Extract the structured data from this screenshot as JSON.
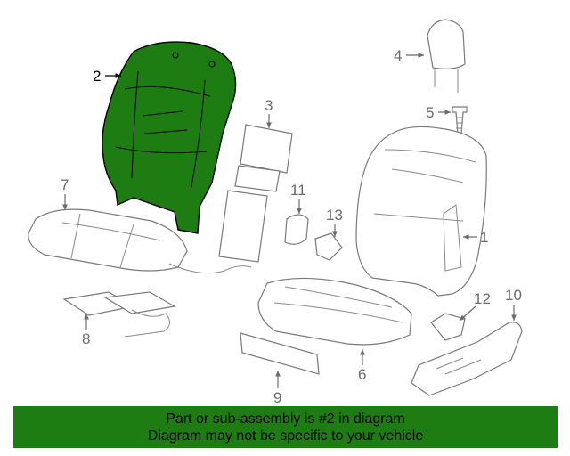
{
  "callouts": {
    "c1": "1",
    "c2": "2",
    "c3": "3",
    "c4": "4",
    "c5": "5",
    "c6": "6",
    "c7": "7",
    "c8": "8",
    "c9": "9",
    "c10": "10",
    "c11": "11",
    "c12": "12",
    "c13": "13"
  },
  "highlight": {
    "part": "2",
    "color": "#1e7d12"
  },
  "banner": {
    "line1": "Part or sub-assembly is #2 in diagram",
    "line2": "Diagram may not be specific to your vehicle",
    "color": "#1e7d12"
  }
}
